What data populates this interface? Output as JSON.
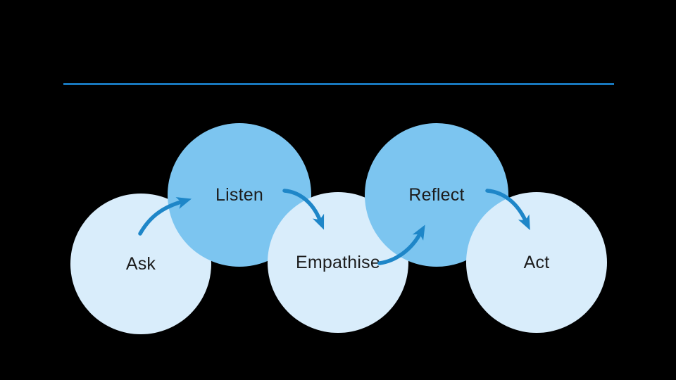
{
  "canvas": {
    "background": "#000000"
  },
  "divider": {
    "color": "#1878be"
  },
  "colors": {
    "circle_light": "#d9edfb",
    "circle_dark": "#7cc5f0",
    "arrow": "#1e86c8",
    "label_text": "#1c1c1c"
  },
  "steps": [
    {
      "label": "Ask",
      "variant": "light"
    },
    {
      "label": "Listen",
      "variant": "dark"
    },
    {
      "label": "Empathise",
      "variant": "light"
    },
    {
      "label": "Reflect",
      "variant": "dark"
    },
    {
      "label": "Act",
      "variant": "light"
    }
  ],
  "arrows": [
    {
      "from": "Ask",
      "to": "Listen"
    },
    {
      "from": "Listen",
      "to": "Empathise"
    },
    {
      "from": "Empathise",
      "to": "Reflect"
    },
    {
      "from": "Reflect",
      "to": "Act"
    }
  ]
}
